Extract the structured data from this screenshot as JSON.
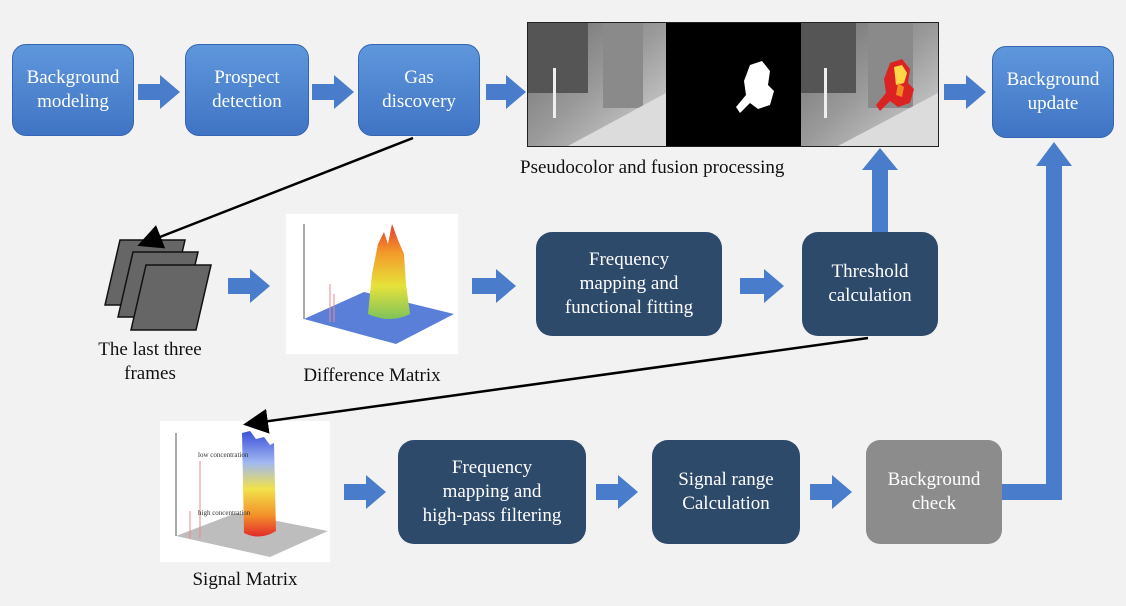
{
  "boxes": {
    "background_modeling": "Background\nmodeling",
    "prospect_detection": "Prospect\ndetection",
    "gas_discovery": "Gas\ndiscovery",
    "background_update": "Background\nupdate",
    "freq_functional": "Frequency\nmapping and\nfunctional fitting",
    "threshold": "Threshold\ncalculation",
    "freq_highpass": "Frequency\nmapping and\nhigh-pass filtering",
    "signal_range": "Signal range\nCalculation",
    "background_check": "Background\ncheck"
  },
  "captions": {
    "pseudocolor": "Pseudocolor and fusion processing",
    "last_frames": "The last three\nframes",
    "difference_matrix": "Difference Matrix",
    "signal_matrix": "Signal Matrix"
  },
  "plot_labels": {
    "low_concentration": "low concentration",
    "high_concentration": "high concentration"
  },
  "colors": {
    "blue_box": "#4a80cf",
    "navy_box": "#2e4a6b",
    "gray_box": "#8c8c8c",
    "arrow": "#4a7ccc"
  }
}
